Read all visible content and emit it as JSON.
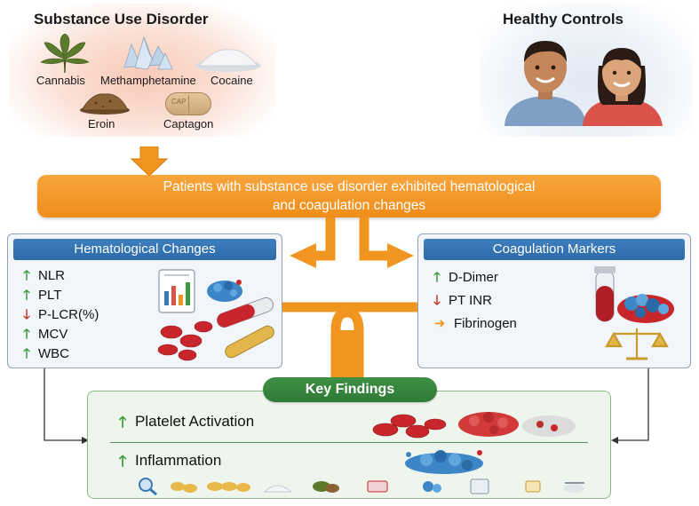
{
  "sud": {
    "title": "Substance Use Disorder",
    "drugs": {
      "cannabis": "Cannabis",
      "meth": "Methamphetamine",
      "cocaine": "Cocaine",
      "eroin": "Eroin",
      "captagon": "Captagon",
      "captagon_imprint": "CAP"
    }
  },
  "controls": {
    "title": "Healthy Controls"
  },
  "summary": {
    "line1": "Patients with substance use disorder exhibited hematological",
    "line2": "and coagulation changes"
  },
  "hematological": {
    "title": "Hematological Changes",
    "markers": [
      {
        "label": "NLR",
        "direction": "up"
      },
      {
        "label": "PLT",
        "direction": "up"
      },
      {
        "label": "P-LCR(%)",
        "direction": "down"
      },
      {
        "label": "MCV",
        "direction": "up"
      },
      {
        "label": "WBC",
        "direction": "up"
      }
    ]
  },
  "coagulation": {
    "title": "Coagulation Markers",
    "markers": [
      {
        "label": "D-Dimer",
        "direction": "up"
      },
      {
        "label": "PT INR",
        "direction": "down"
      },
      {
        "label": "Fibrinogen",
        "direction": "unchanged"
      }
    ]
  },
  "key_findings": {
    "title": "Key Findings",
    "items": [
      {
        "label": "Platelet Activation",
        "direction": "up"
      },
      {
        "label": "Inflammation",
        "direction": "up"
      }
    ]
  },
  "colors": {
    "orange": "#f0951f",
    "blue_header": "#3a78b8",
    "green_header": "#3a8a40",
    "up_arrow": "#3c9a3c",
    "down_arrow": "#c0392b",
    "blood_red": "#c8262b"
  },
  "icons": [
    "cannabis-leaf-icon",
    "meth-crystal-icon",
    "cocaine-powder-icon",
    "heroin-powder-icon",
    "captagon-pill-icon",
    "male-person-icon",
    "female-person-icon",
    "lab-report-icon",
    "blood-vial-icon",
    "red-blood-cell-icon",
    "platelet-cluster-icon",
    "scale-icon",
    "magnifier-icon",
    "pill-icon"
  ]
}
